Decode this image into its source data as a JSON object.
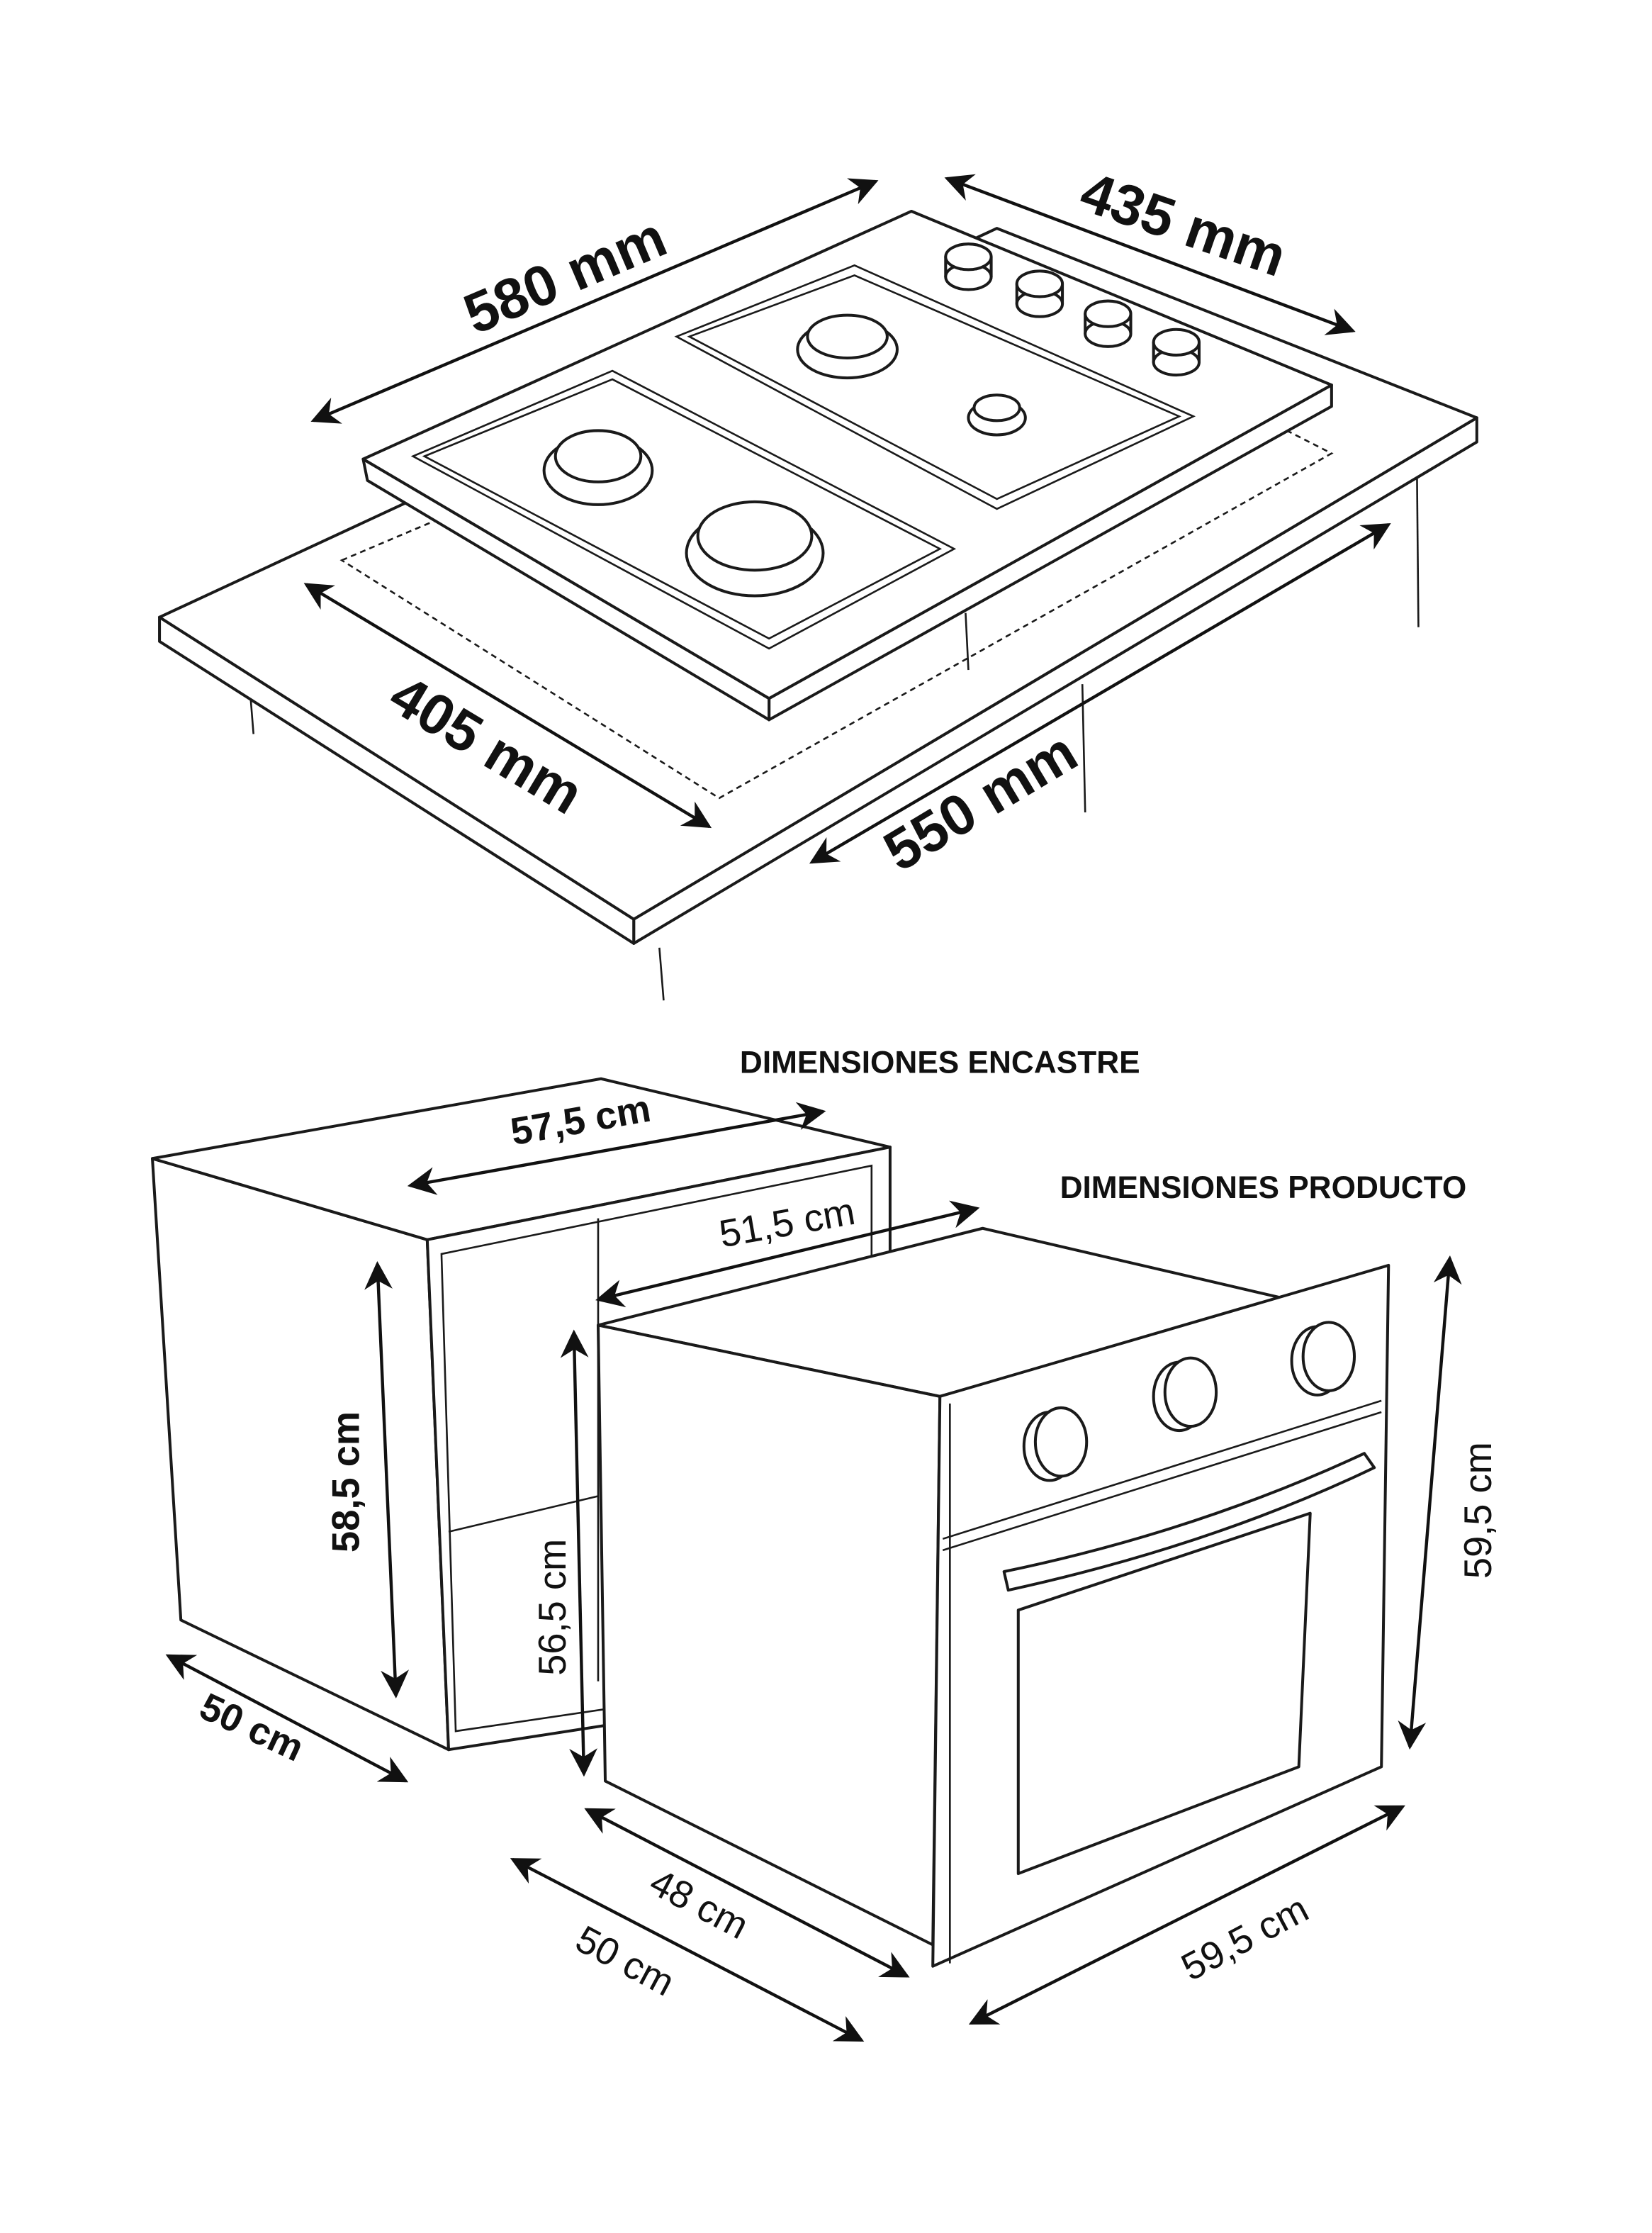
{
  "hob": {
    "width_label": "580 mm",
    "depth_label": "435 mm",
    "cutout_depth_label": "405 mm",
    "cutout_width_label": "550 mm"
  },
  "oven": {
    "encastre_title": "DIMENSIONES ENCASTRE",
    "producto_title": "DIMENSIONES PRODUCTO",
    "cabinet_width_label": "57,5 cm",
    "cabinet_height_label": "58,5 cm",
    "cabinet_depth_label": "50 cm",
    "oven_body_width_label": "51,5 cm",
    "oven_body_height_label": "56,5 cm",
    "oven_height_label": "59,5 cm",
    "oven_body_depth_label": "48 cm",
    "oven_depth_label": "50 cm",
    "oven_width_label": "59,5 cm"
  }
}
